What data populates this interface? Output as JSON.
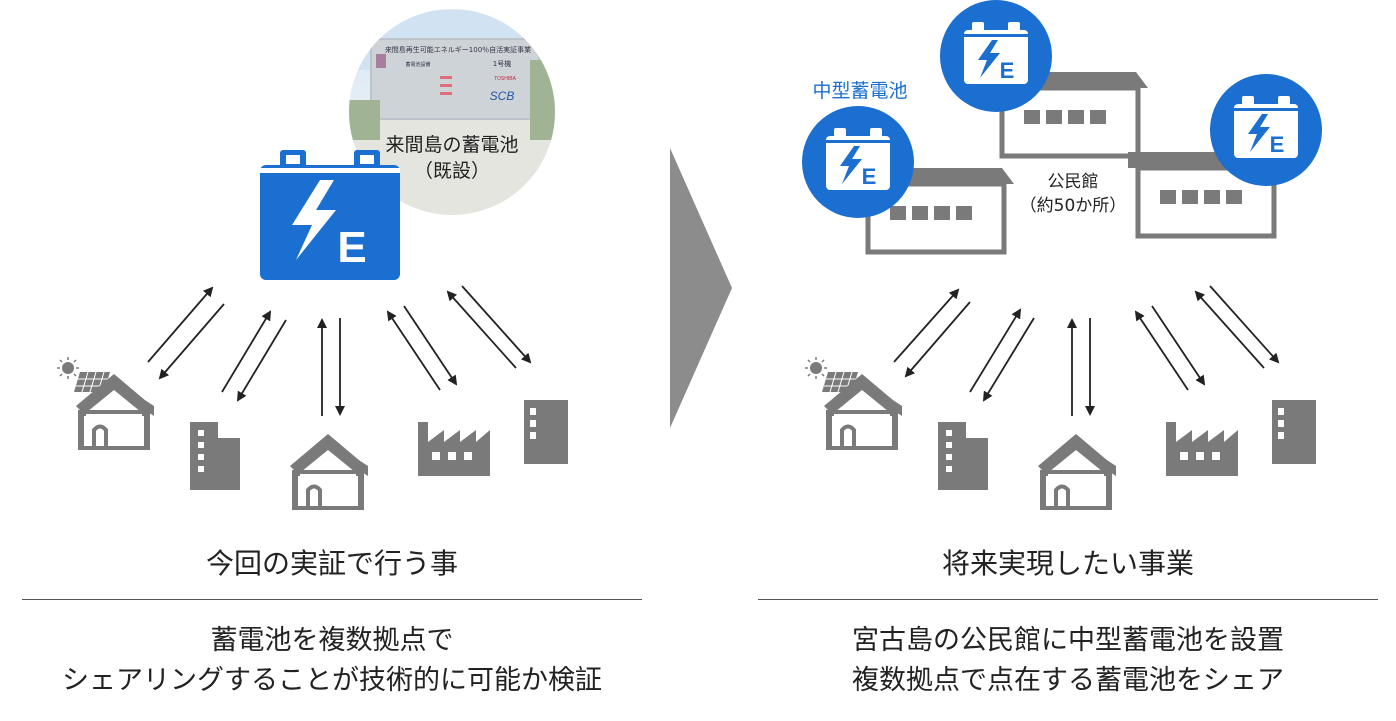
{
  "colors": {
    "brand_blue": "#1a6fd0",
    "icon_gray": "#7a7a7a",
    "arrow_gray": "#8c8c8c",
    "line": "#222222"
  },
  "left": {
    "photo_caption_line1": "来間島の蓄電池",
    "photo_caption_line2": "（既設）",
    "photo_sign_line1": "来間島再生可能エネルギー100％自活実証事業",
    "photo_sign_line2": "蓄電池設備",
    "photo_sign_line3": "1号機",
    "photo_sign_brand1": "TOSHIBA",
    "photo_sign_brand2": "SCB",
    "battery_letter": "E",
    "heading": "今回の実証で行う事",
    "desc_line1": "蓄電池を複数拠点で",
    "desc_line2": "シェアリングすることが技術的に可能か検証",
    "nodes": [
      "solar-house",
      "office-building",
      "house",
      "factory",
      "building"
    ]
  },
  "right": {
    "battery_label": "中型蓄電池",
    "facility_label_line1": "公民館",
    "facility_label_line2": "（約50か所）",
    "battery_letter": "E",
    "heading": "将来実現したい事業",
    "desc_line1": "宮古島の公民館に中型蓄電池を設置",
    "desc_line2": "複数拠点で点在する蓄電池をシェア",
    "nodes": [
      "solar-house",
      "office-building",
      "house",
      "factory",
      "building"
    ]
  },
  "transition_icon": "chevron-right-arrow"
}
